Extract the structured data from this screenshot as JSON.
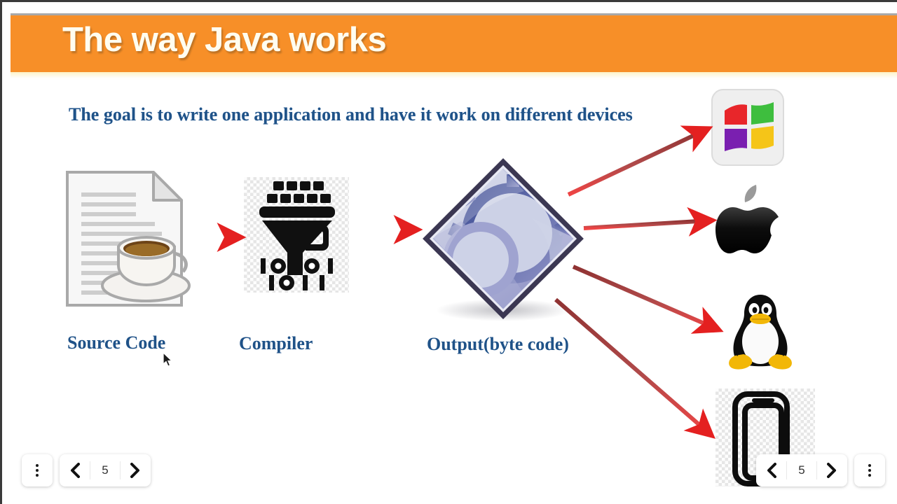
{
  "slide": {
    "title": "The way Java works",
    "subtitle": "The goal is to write one application and have it work on different devices",
    "banner_color": "#f78f28",
    "title_color": "#fffdf0",
    "text_color": "#1f5288",
    "arrow_color": "#b04a4a",
    "arrow_head_color": "#e42020"
  },
  "stages": [
    {
      "id": "source",
      "label": "Source Code",
      "icon": "document-coffee-icon"
    },
    {
      "id": "compiler",
      "label": "Compiler",
      "icon": "funnel-binary-icon"
    },
    {
      "id": "output",
      "label": "Output(byte code)",
      "icon": "java-bytecode-diamond-icon"
    }
  ],
  "targets": [
    {
      "id": "windows",
      "icon": "windows-logo-icon"
    },
    {
      "id": "apple",
      "icon": "apple-logo-icon"
    },
    {
      "id": "linux",
      "icon": "linux-penguin-icon"
    },
    {
      "id": "mobile",
      "icon": "smartphone-icon"
    }
  ],
  "nav_left": {
    "menu_icon": "kebab-menu-icon",
    "prev_icon": "chevron-left-icon",
    "next_icon": "chevron-right-icon",
    "prev_label": "‹",
    "next_label": "›",
    "page": "5"
  },
  "nav_right": {
    "menu_icon": "kebab-menu-icon",
    "prev_icon": "chevron-left-icon",
    "next_icon": "chevron-right-icon",
    "prev_label": "‹",
    "next_label": "›",
    "page": "5"
  }
}
